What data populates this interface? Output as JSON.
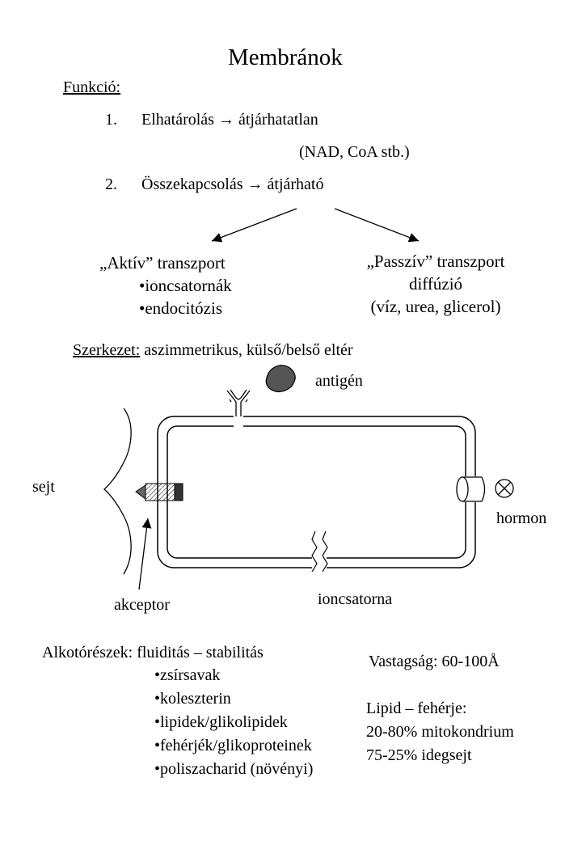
{
  "title": "Membránok",
  "funkcio": {
    "heading": "Funkció:",
    "items": [
      {
        "num": "1.",
        "text": "Elhatárolás → átjárhatatlan"
      },
      {
        "num": "2.",
        "text": "Összekapcsolás → átjárható"
      }
    ],
    "note": "(NAD, CoA stb.)"
  },
  "aktiv": {
    "heading": "„Aktív” transzport",
    "items": [
      "•ioncsatornák",
      "•endocitózis"
    ]
  },
  "passziv": {
    "lines": [
      "„Passzív” transzport",
      "diffúzió",
      "(víz, urea, glicerol)"
    ]
  },
  "szerkezet": {
    "label": "Szerkezet:",
    "text": " aszimmetrikus, külső/belső eltér"
  },
  "diagram_labels": {
    "antigen": "antigén",
    "sejt": "sejt",
    "hormon": "hormon",
    "akceptor": "akceptor",
    "ioncsatorna": "ioncsatorna"
  },
  "alkotoreszek": {
    "heading": "Alkotórészek: fluiditás – stabilitás",
    "items": [
      "•zsírsavak",
      "•koleszterin",
      "•lipidek/glikolipidek",
      "•fehérjék/glikoproteinek",
      "•poliszacharid (növényi)"
    ]
  },
  "right_info": {
    "vastagsag": "Vastagság: 60-100Å",
    "lipid_heading": "Lipid – fehérje:",
    "lines": [
      "20-80% mitokondrium",
      "75-25% idegsejt"
    ]
  },
  "colors": {
    "antigen_fill": "#555555",
    "text": "#000000"
  }
}
